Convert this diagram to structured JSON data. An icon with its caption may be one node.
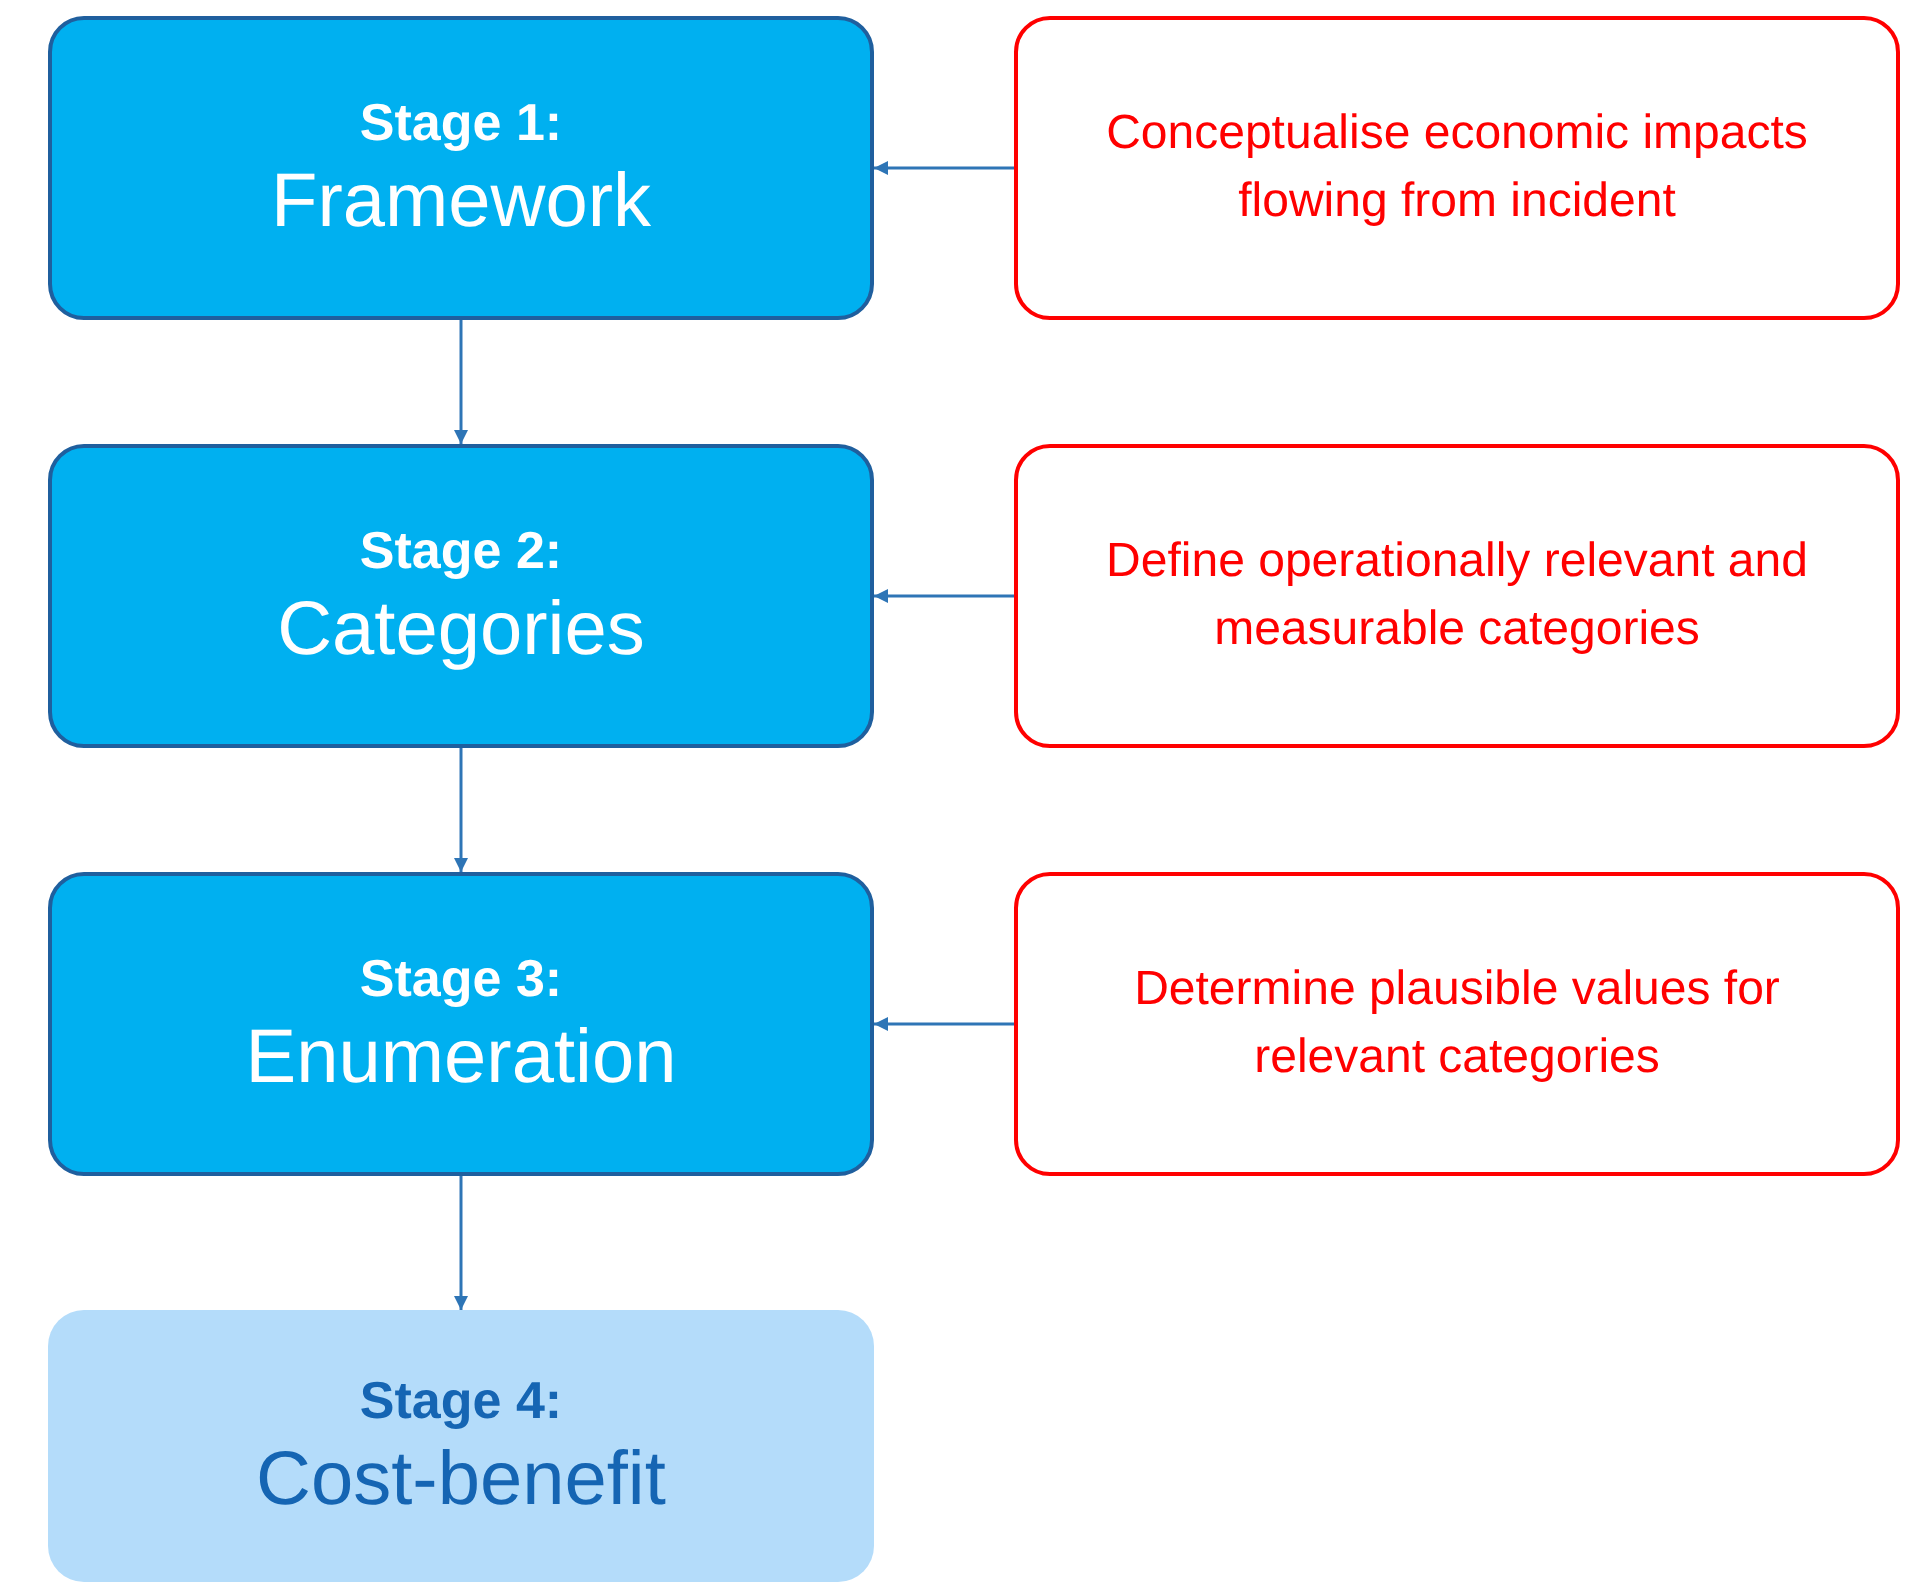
{
  "diagram": {
    "nodes": [
      {
        "text": [
          "Stage 1:",
          "Framework"
        ]
      },
      {
        "text": [
          "Conceptualise economic impacts flowing from incident"
        ]
      },
      {
        "text": [
          "Stage 2:",
          "Categories"
        ]
      },
      {
        "text": [
          "Define operationally relevant and measurable categories"
        ]
      },
      {
        "text": [
          "Stage 3:",
          "Enumeration"
        ]
      },
      {
        "text": [
          "Determine plausible values for relevant categories"
        ]
      },
      {
        "text": [
          "Stage 4:",
          "Cost-benefit"
        ]
      }
    ],
    "edges": [
      {
        "from": 1,
        "to": 0,
        "arrow": "to"
      },
      {
        "from": 0,
        "to": 2,
        "arrow": "to"
      },
      {
        "from": 3,
        "to": 2,
        "arrow": "to"
      },
      {
        "from": 2,
        "to": 4,
        "arrow": "to"
      },
      {
        "from": 5,
        "to": 4,
        "arrow": "to"
      },
      {
        "from": 4,
        "to": 6,
        "arrow": "to"
      }
    ]
  }
}
